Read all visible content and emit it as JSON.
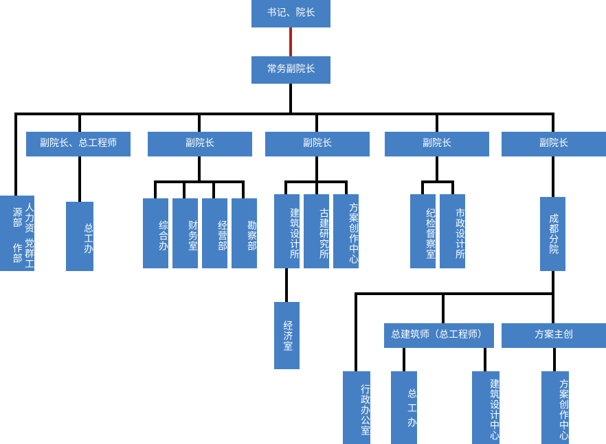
{
  "chart": {
    "title": "Organization Chart",
    "accent_color": "#4580c4",
    "connector_color": "#000000",
    "highlight_connector_color": "#b02418",
    "background": "#ffffff"
  },
  "nodes": {
    "top": {
      "label": "书记、院长"
    },
    "deputy_exec": {
      "label": "常务副院长"
    },
    "level2": [
      {
        "label": "副院长、总工程师"
      },
      {
        "label": "副院长"
      },
      {
        "label": "副院长"
      },
      {
        "label": "副院长"
      },
      {
        "label": "副院长"
      }
    ],
    "col1": [
      {
        "label_a": "人力资源部",
        "label_b": "党群工作部"
      },
      {
        "label": "总工办"
      }
    ],
    "col2": [
      {
        "label": "综合办"
      },
      {
        "label": "财务室"
      },
      {
        "label": "经营部"
      },
      {
        "label": "勘察部"
      }
    ],
    "col3": [
      {
        "label": "建筑设计所"
      },
      {
        "label": "古建研究所"
      },
      {
        "label": "方案创作中心"
      }
    ],
    "col3_sub": {
      "label": "经济室"
    },
    "col4": [
      {
        "label": "纪检督察室"
      },
      {
        "label": "市政设计所"
      }
    ],
    "col5": {
      "label": "成都分院"
    },
    "branch_mid": [
      {
        "label": "总建筑师（总工程师）"
      },
      {
        "label": "方案主创"
      }
    ],
    "branch_bottom": [
      {
        "label": "行政办公室"
      },
      {
        "label": "总工办"
      },
      {
        "label": "建筑设计中心"
      },
      {
        "label": "方案创作中心"
      }
    ]
  }
}
